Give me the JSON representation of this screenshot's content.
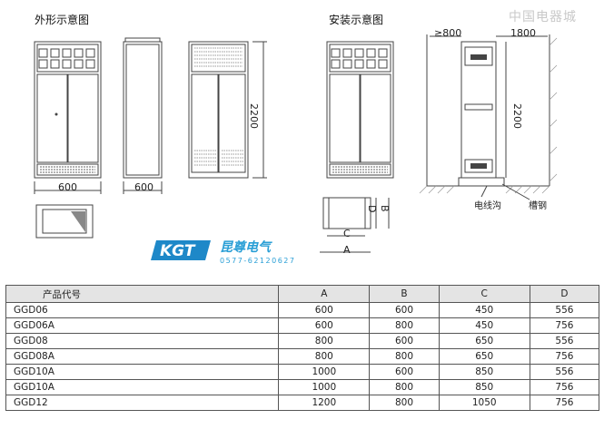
{
  "headings": {
    "outline": "外形示意图",
    "install": "安装示意图"
  },
  "watermark": "中国电器城",
  "brand": {
    "logo_text": "KGT",
    "name": "昆尊电气",
    "phone": "0577-62120627"
  },
  "dims": {
    "width_front": "600",
    "depth_side": "600",
    "height": "2200",
    "install_height": "2200",
    "wall_gap": "≥800",
    "front_gap": "1800",
    "dim_A": "A",
    "dim_B": "B",
    "dim_C": "C",
    "dim_D": "D",
    "cable_trench": "电线沟",
    "channel_steel": "槽钢"
  },
  "table": {
    "headers": [
      "产品代号",
      "A",
      "B",
      "C",
      "D"
    ],
    "rows": [
      [
        "GGD06",
        "600",
        "600",
        "450",
        "556"
      ],
      [
        "GGD06A",
        "600",
        "800",
        "450",
        "756"
      ],
      [
        "GGD08",
        "800",
        "600",
        "650",
        "556"
      ],
      [
        "GGD08A",
        "800",
        "800",
        "650",
        "756"
      ],
      [
        "GGD10A",
        "1000",
        "600",
        "850",
        "556"
      ],
      [
        "GGD10A",
        "1000",
        "800",
        "850",
        "756"
      ],
      [
        "GGD12",
        "1200",
        "800",
        "1050",
        "756"
      ]
    ]
  }
}
